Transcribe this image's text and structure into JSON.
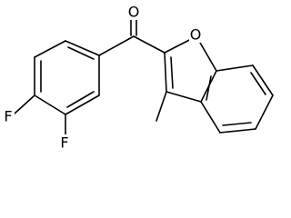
{
  "molecule": {
    "atoms": {
      "oxygen_carbonyl": "O",
      "oxygen_furan": "O",
      "fluorine_4": "F",
      "fluorine_3": "F"
    },
    "colors": {
      "bond": "#000000",
      "background": "#ffffff"
    }
  }
}
